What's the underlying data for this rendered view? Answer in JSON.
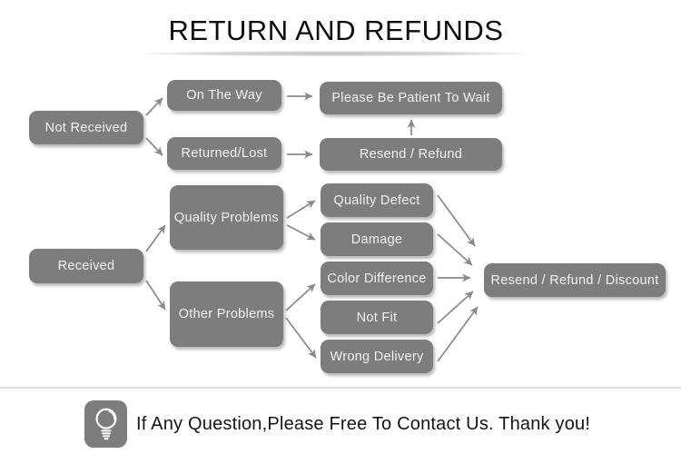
{
  "title": "RETURN AND REFUNDS",
  "colors": {
    "node_fill": "#7d7d7d",
    "node_text": "#f2f2f2",
    "arrow": "#8a8a8a",
    "title_text": "#0d0d0d",
    "divider": "#dcdcdc",
    "background": "#ffffff"
  },
  "nodes": {
    "not_received": "Not Received",
    "on_the_way": "On The Way",
    "returned_lost": "Returned/Lost",
    "please_wait": "Please Be Patient To Wait",
    "resend_refund": "Resend / Refund",
    "received": "Received",
    "quality_problems": "Quality Problems",
    "other_problems": "Other Problems",
    "quality_defect": "Quality Defect",
    "damage": "Damage",
    "color_difference": "Color Difference",
    "not_fit": "Not Fit",
    "wrong_delivery": "Wrong Delivery",
    "resend_refund_discount": "Resend / Refund / Discount"
  },
  "edges": [
    {
      "from": "not_received",
      "to": "on_the_way"
    },
    {
      "from": "not_received",
      "to": "returned_lost"
    },
    {
      "from": "on_the_way",
      "to": "please_wait"
    },
    {
      "from": "returned_lost",
      "to": "resend_refund"
    },
    {
      "from": "resend_refund",
      "to": "please_wait"
    },
    {
      "from": "received",
      "to": "quality_problems"
    },
    {
      "from": "received",
      "to": "other_problems"
    },
    {
      "from": "quality_problems",
      "to": "quality_defect"
    },
    {
      "from": "quality_problems",
      "to": "damage"
    },
    {
      "from": "other_problems",
      "to": "color_difference"
    },
    {
      "from": "other_problems",
      "to": "wrong_delivery"
    },
    {
      "from": "quality_defect",
      "to": "resend_refund_discount"
    },
    {
      "from": "damage",
      "to": "resend_refund_discount"
    },
    {
      "from": "color_difference",
      "to": "resend_refund_discount"
    },
    {
      "from": "not_fit",
      "to": "resend_refund_discount"
    },
    {
      "from": "wrong_delivery",
      "to": "resend_refund_discount"
    }
  ],
  "footer": {
    "icon": "light-bulb-icon",
    "message": "If Any Question,Please Free To Contact Us. Thank you!"
  }
}
